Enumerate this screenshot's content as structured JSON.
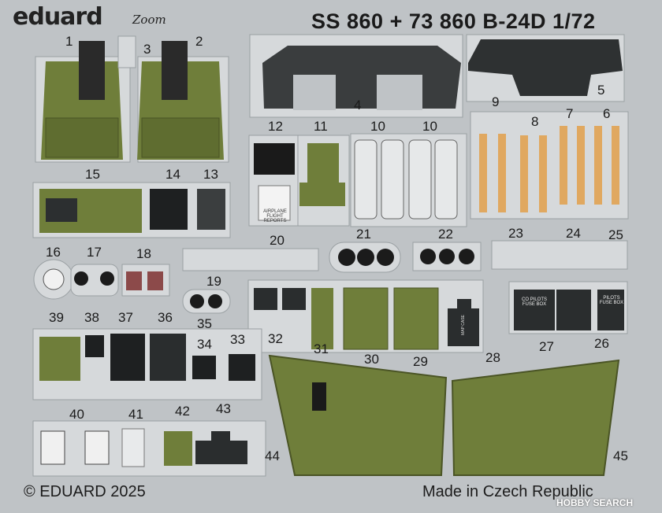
{
  "header": {
    "brand": "eduard",
    "sub_brand": "Zoom",
    "set_code": "SS 860 + 73 860  B-24D    1/72"
  },
  "footer": {
    "copyright": "© EDUARD 2025",
    "origin": "Made in Czech Republic",
    "watermark": "HOBBY SEARCH"
  },
  "part_numbers": [
    "1",
    "2",
    "3",
    "4",
    "5",
    "6",
    "7",
    "8",
    "9",
    "10",
    "10",
    "11",
    "12",
    "13",
    "14",
    "15",
    "16",
    "17",
    "18",
    "19",
    "20",
    "21",
    "22",
    "23",
    "24",
    "25",
    "26",
    "27",
    "28",
    "29",
    "30",
    "31",
    "32",
    "33",
    "34",
    "35",
    "36",
    "37",
    "38",
    "39",
    "40",
    "41",
    "42",
    "43",
    "44",
    "45"
  ],
  "part_text": {
    "p12_label": "AIRPLANE FLIGHT REPORTS",
    "p28_label": "MAP CASE",
    "p27_label": "CO PILOTS FUSE BOX",
    "p26_label": "PILOTS FUSE BOX"
  },
  "colors": {
    "fret": "#bfc3c6",
    "olive": "#6f7e3a",
    "dark": "#2a2a2a",
    "belt": "#e0a860",
    "metal": "#d8dcde"
  }
}
